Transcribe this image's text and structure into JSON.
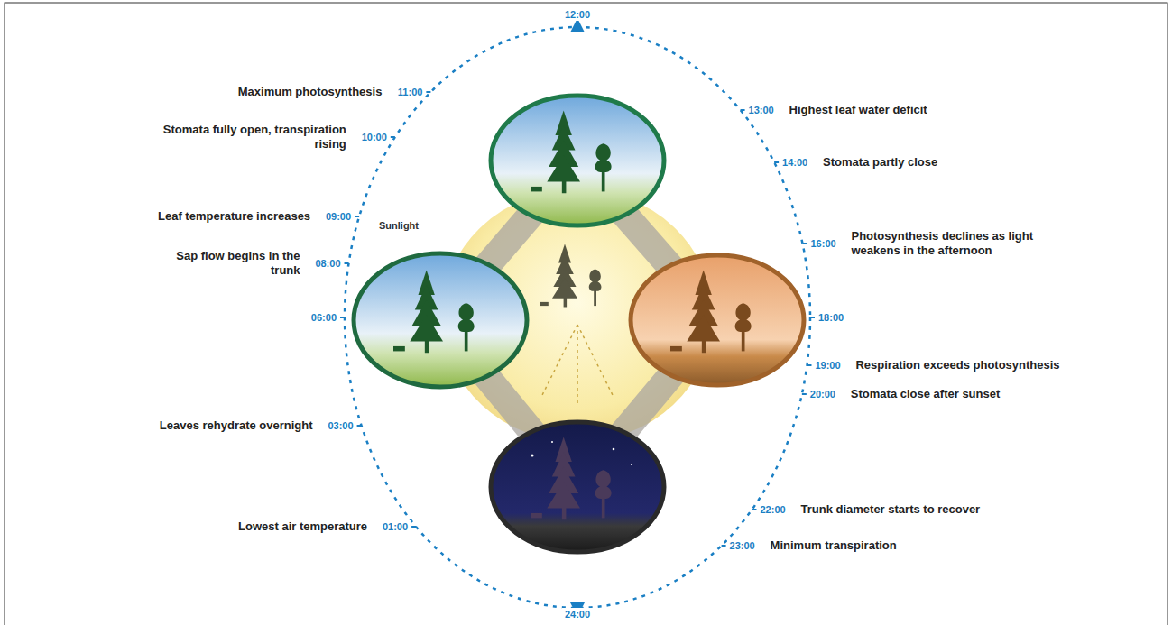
{
  "diagram": {
    "labels": [
      "Maximum photosynthesis",
      "11:00",
      "Stomata fully open, transpiration rising",
      "10:00",
      "Leaf temperature increases",
      "09:00",
      "Sap flow begins in the trunk",
      "08:00",
      "06:00",
      "Leaves rehydrate overnight",
      "03:00",
      "Lowest air temperature",
      "01:00",
      "12:00",
      "Highest leaf water deficit",
      "13:00",
      "Stomata partly close",
      "14:00",
      "Photosynthesis declines as light weakens in the afternoon",
      "16:00",
      "18:00",
      "Respiration exceeds photosynthesis",
      "19:00",
      "Stomata close after sunset",
      "20:00",
      "Trunk diameter starts to recover",
      "22:00",
      "Minimum transpiration",
      "23:00",
      "24:00",
      "Sunlight"
    ]
  }
}
